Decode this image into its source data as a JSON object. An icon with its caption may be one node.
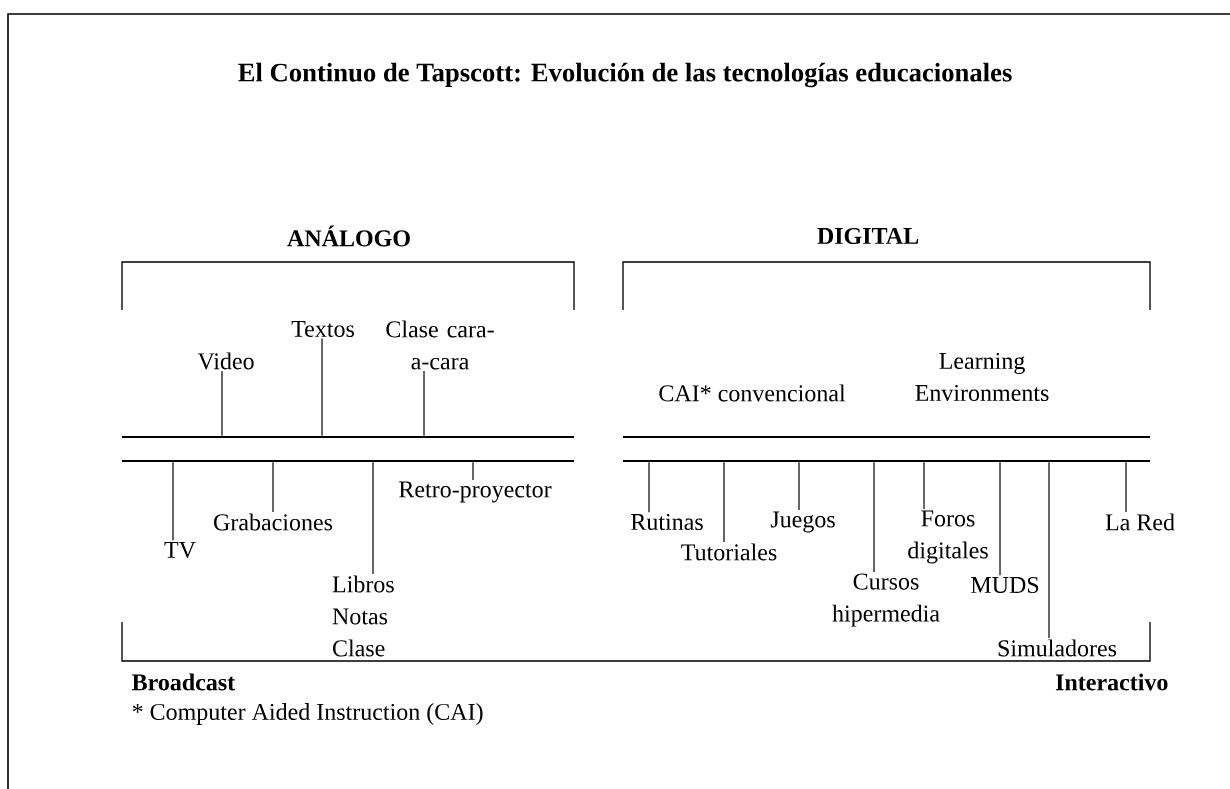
{
  "diagram": {
    "title": "El Continuo de Tapscott: Evolución de las tecnologías educacionales",
    "nodes": [
      {
        "text": [
          "Video"
        ]
      },
      {
        "text": [
          "Textos"
        ]
      },
      {
        "text": [
          "Clase cara-a-cara"
        ]
      },
      {
        "text": [
          "TV"
        ]
      },
      {
        "text": [
          "Grabaciones"
        ]
      },
      {
        "text": [
          "Libros Notas Clase"
        ]
      },
      {
        "text": [
          "Retro-proyector"
        ]
      },
      {
        "text": [
          "Rutinas"
        ]
      },
      {
        "text": [
          "Tutoriales"
        ]
      },
      {
        "text": [
          "Juegos"
        ]
      },
      {
        "text": [
          "Cursos hipermedia"
        ]
      },
      {
        "text": [
          "Foros digitales"
        ]
      },
      {
        "text": [
          "MUDS"
        ]
      },
      {
        "text": [
          "Simuladores"
        ]
      },
      {
        "text": [
          "La Red"
        ]
      },
      {
        "text": [],
        "shape": "line"
      },
      {
        "text": [],
        "shape": "line"
      },
      {
        "text": [],
        "shape": "line"
      },
      {
        "text": [],
        "shape": "line"
      }
    ],
    "edges": [
      {
        "from": 0,
        "to": 15,
        "arrow": "none"
      },
      {
        "from": 1,
        "to": 15,
        "arrow": "none"
      },
      {
        "from": 2,
        "to": 15,
        "arrow": "none"
      },
      {
        "from": 3,
        "to": 16,
        "arrow": "none"
      },
      {
        "from": 4,
        "to": 16,
        "arrow": "none"
      },
      {
        "from": 5,
        "to": 16,
        "arrow": "none"
      },
      {
        "from": 6,
        "to": 16,
        "arrow": "none"
      },
      {
        "from": 7,
        "to": 18,
        "arrow": "none"
      },
      {
        "from": 8,
        "to": 18,
        "arrow": "none"
      },
      {
        "from": 9,
        "to": 18,
        "arrow": "none"
      },
      {
        "from": 10,
        "to": 18,
        "arrow": "none"
      },
      {
        "from": 11,
        "to": 18,
        "arrow": "none"
      },
      {
        "from": 12,
        "to": 18,
        "arrow": "none"
      },
      {
        "from": 13,
        "to": 18,
        "arrow": "none"
      },
      {
        "from": 14,
        "to": 18,
        "arrow": "none"
      }
    ],
    "labels": [
      "ANÁLOGO",
      "DIGITAL",
      "CAI* convencional",
      "Learning Environments",
      "Broadcast",
      "Interactivo",
      "* Computer Aided Instruction (CAI)"
    ]
  }
}
